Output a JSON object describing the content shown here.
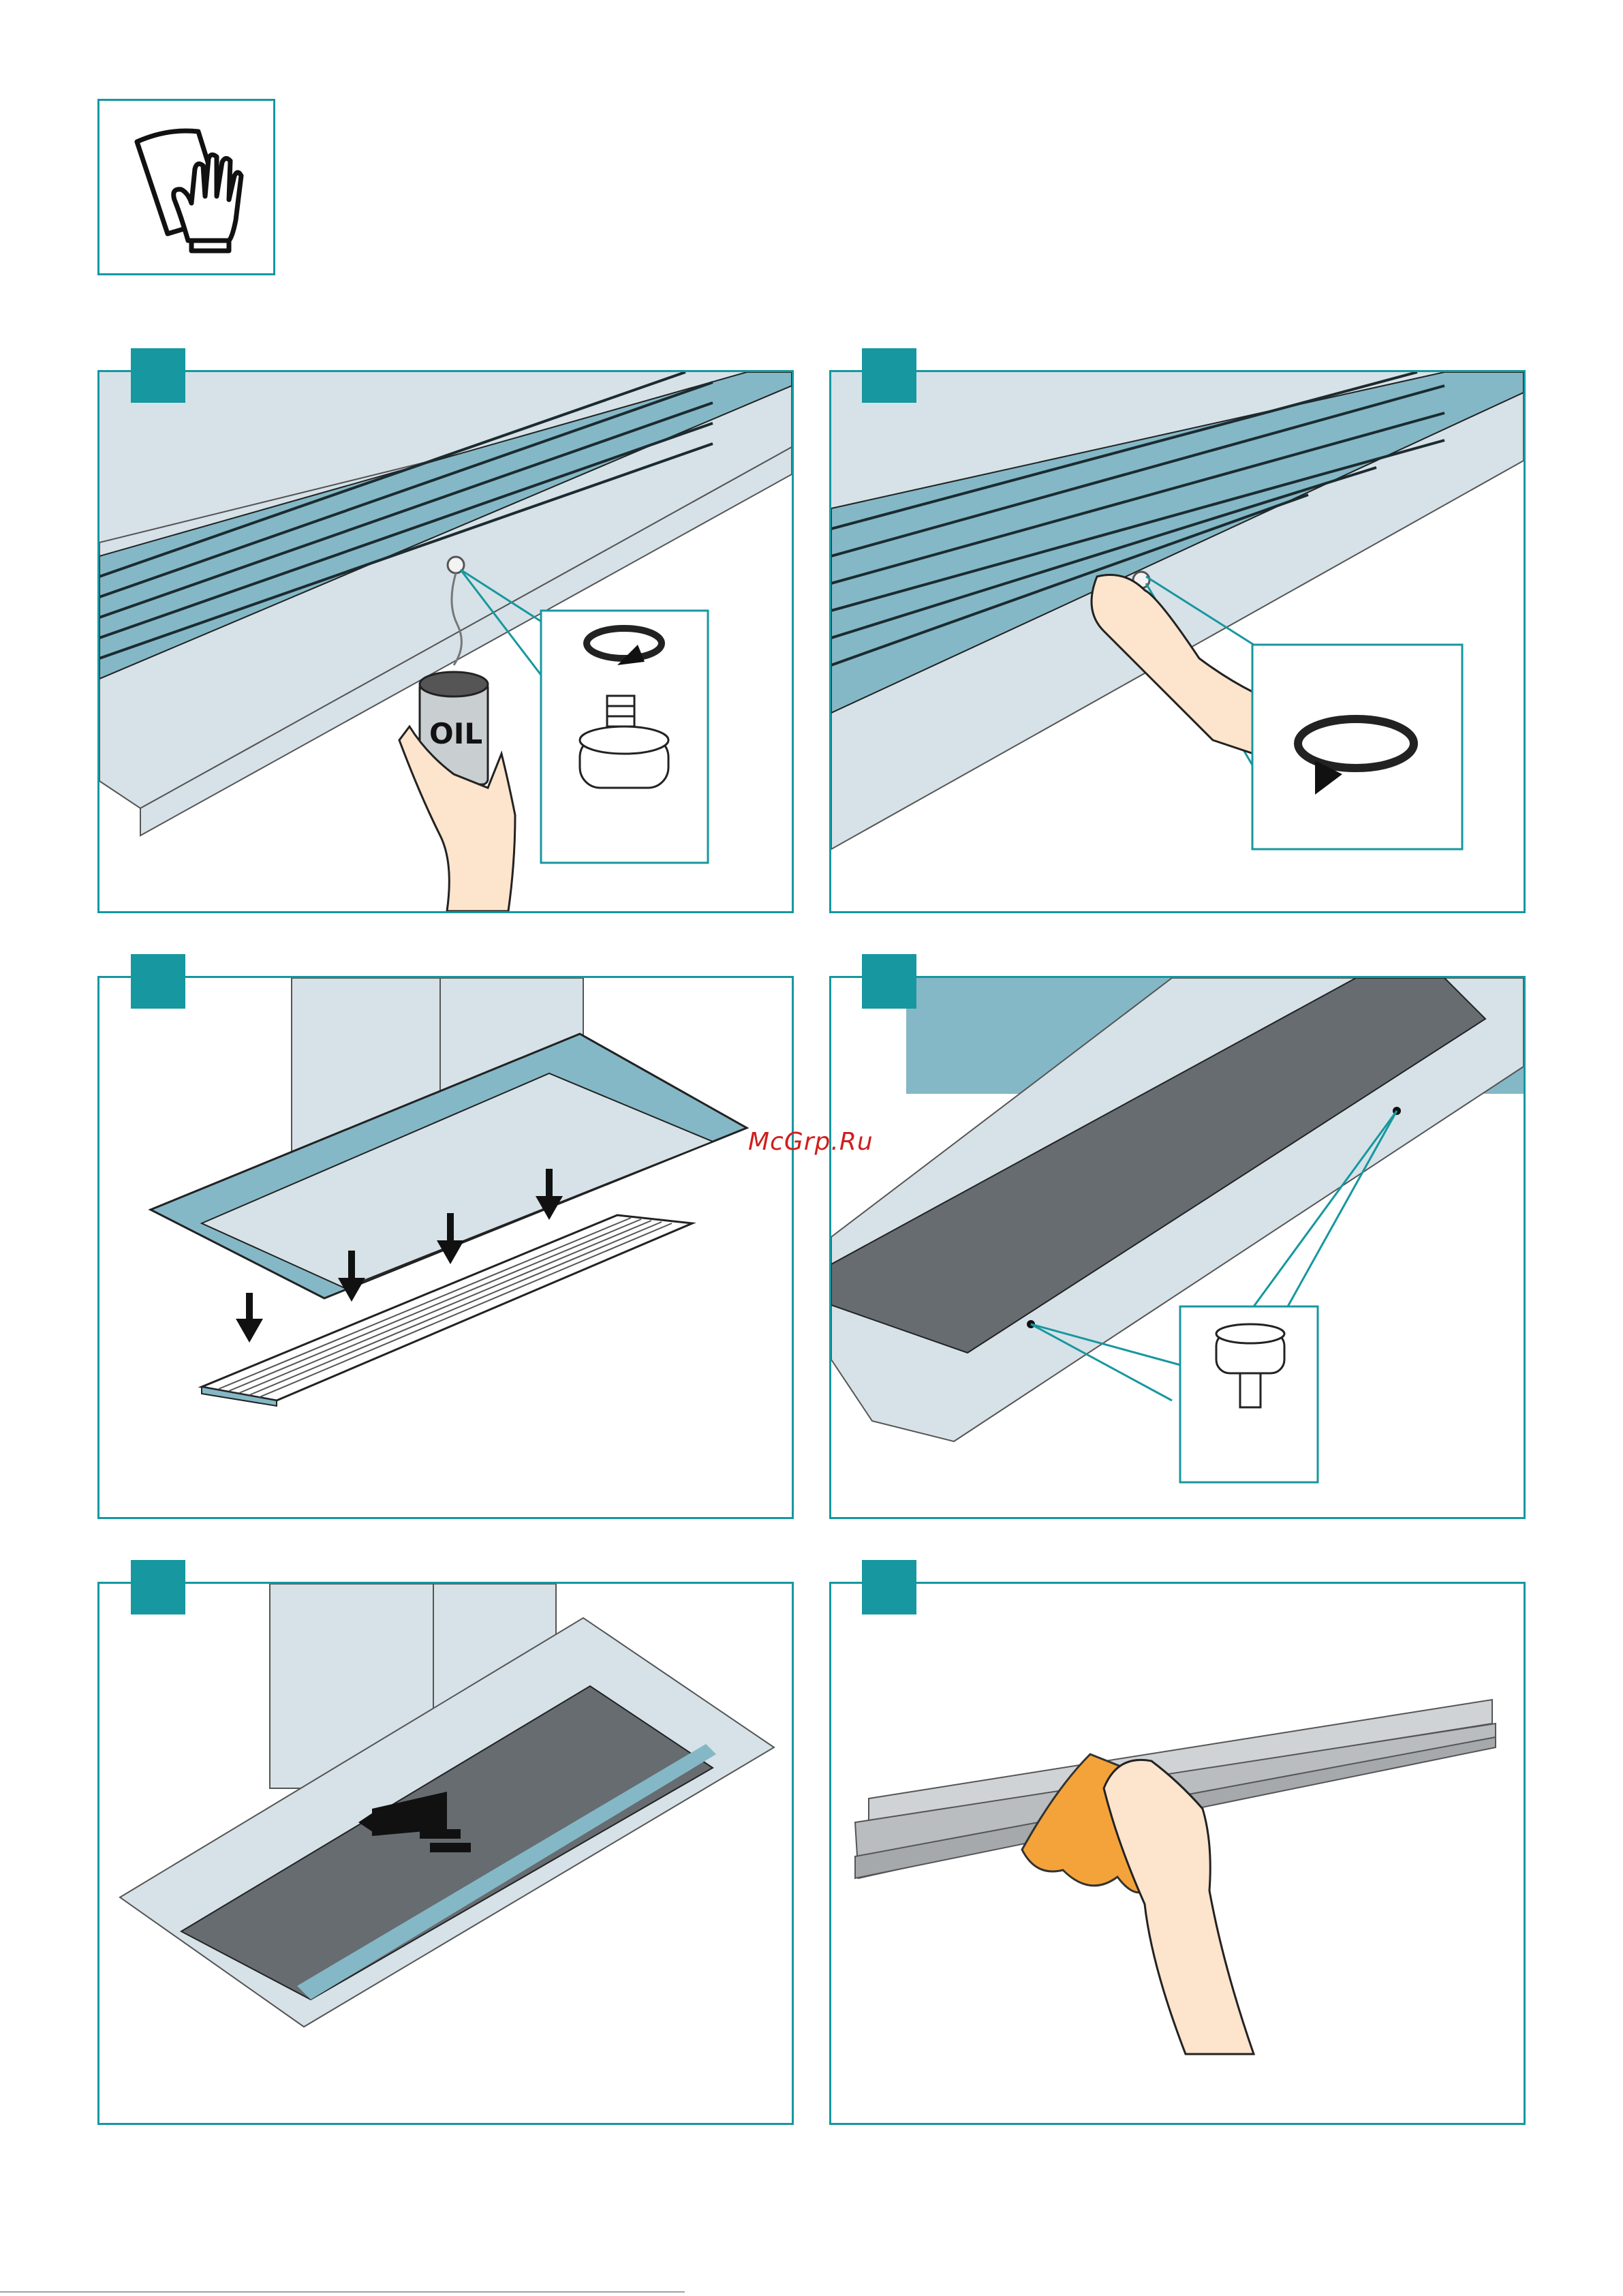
{
  "header": {
    "icon": "gloves-cloth-icon"
  },
  "steps": [
    {
      "id": 1,
      "icons": [
        "oil-can-icon",
        "hand-icon",
        "knob-detail-icon",
        "rotate-ccw-icon"
      ],
      "oil_label": "OIL"
    },
    {
      "id": 2,
      "icons": [
        "hand-icon",
        "rotate-cw-icon"
      ]
    },
    {
      "id": 3,
      "icons": [
        "arrow-down-icon",
        "arrow-down-icon",
        "arrow-down-icon",
        "arrow-down-icon",
        "filter-grille-icon"
      ]
    },
    {
      "id": 4,
      "icons": [
        "knob-detail-icon"
      ]
    },
    {
      "id": 5,
      "icons": [
        "push-arrow-icon"
      ]
    },
    {
      "id": 6,
      "icons": [
        "cloth-icon",
        "hand-icon",
        "rail-icon"
      ]
    }
  ],
  "watermark": "McGrp.Ru",
  "colors": {
    "accent": "#17979f",
    "metal": "#d6e2e7",
    "filter": "#84b8c6",
    "dark_filter": "#666c70",
    "cloth": "#f4a33a",
    "skin": "#fde4cc"
  }
}
